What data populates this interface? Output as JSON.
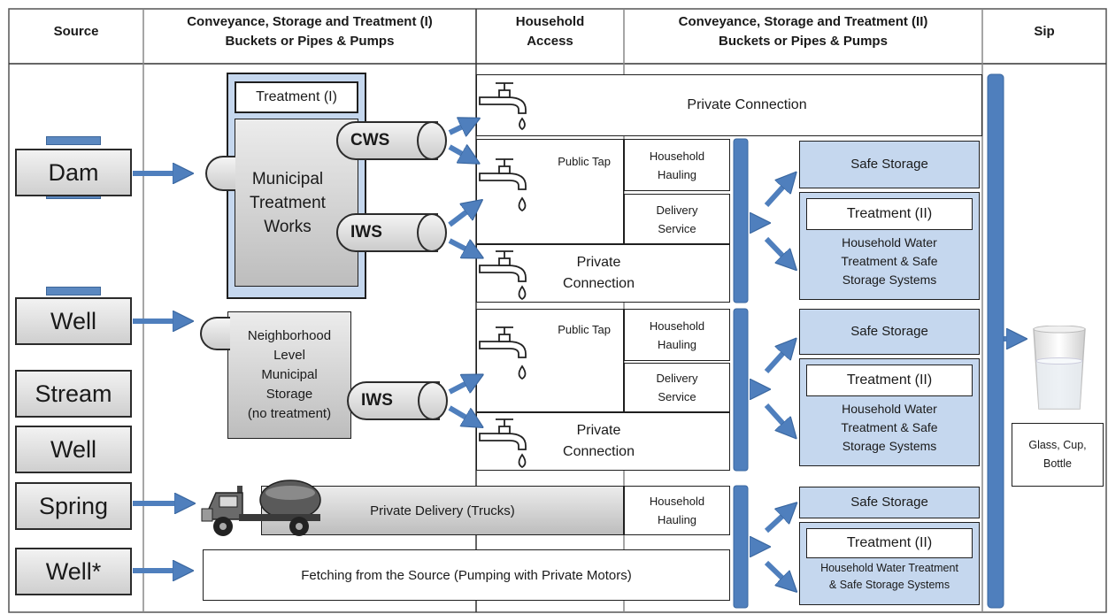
{
  "headers": {
    "source": "Source",
    "conveyance_1": "Conveyance, Storage and Treatment (I)\nBuckets or Pipes & Pumps",
    "household_access": "Household\nAccess",
    "conveyance_2": "Conveyance, Storage and Treatment  (II)\nBuckets or Pipes & Pumps",
    "sip": "Sip"
  },
  "sources": [
    "Dam",
    "Well",
    "Stream",
    "Well",
    "Spring",
    "Well*"
  ],
  "stage1": {
    "treatment_label": "Treatment (I)",
    "municipal_works": "Municipal\nTreatment\nWorks",
    "neighborhood_storage": "Neighborhood\nLevel\nMunicipal\nStorage\n(no treatment)",
    "cws": "CWS",
    "iws_1": "IWS",
    "iws_2": "IWS",
    "private_delivery": "Private Delivery (Trucks)",
    "fetching": "Fetching from the Source (Pumping with Private Motors)"
  },
  "access": {
    "private_connection_top": "Private Connection",
    "public_tap_1": "Public Tap",
    "household_hauling_1": "Household\nHauling",
    "delivery_service_1": "Delivery\nService",
    "private_connection_1": "Private\nConnection",
    "public_tap_2": "Public Tap",
    "household_hauling_2": "Household\nHauling",
    "delivery_service_2": "Delivery\nService",
    "private_connection_2": "Private\nConnection",
    "household_hauling_3": "Household\nHauling"
  },
  "stage2": {
    "safe_storage_1": "Safe Storage",
    "treatment_ii_1": "Treatment (II)",
    "hwts_1": "Household Water\nTreatment & Safe\nStorage Systems",
    "safe_storage_2": "Safe Storage",
    "treatment_ii_2": "Treatment (II)",
    "hwts_2": "Household Water\nTreatment & Safe\nStorage Systems",
    "safe_storage_3": "Safe Storage",
    "treatment_ii_3": "Treatment (II)",
    "hwts_3": "Household Water Treatment\n& Safe Storage Systems"
  },
  "sip": {
    "vessel_label": "Glass, Cup,\nBottle"
  },
  "colors": {
    "arrow_blue": "#4f7fbd",
    "box_blue": "#c5d7ee",
    "gray_fill": "#d4d4d4"
  },
  "icons": [
    "faucet-icon",
    "truck-icon",
    "glass-icon"
  ]
}
